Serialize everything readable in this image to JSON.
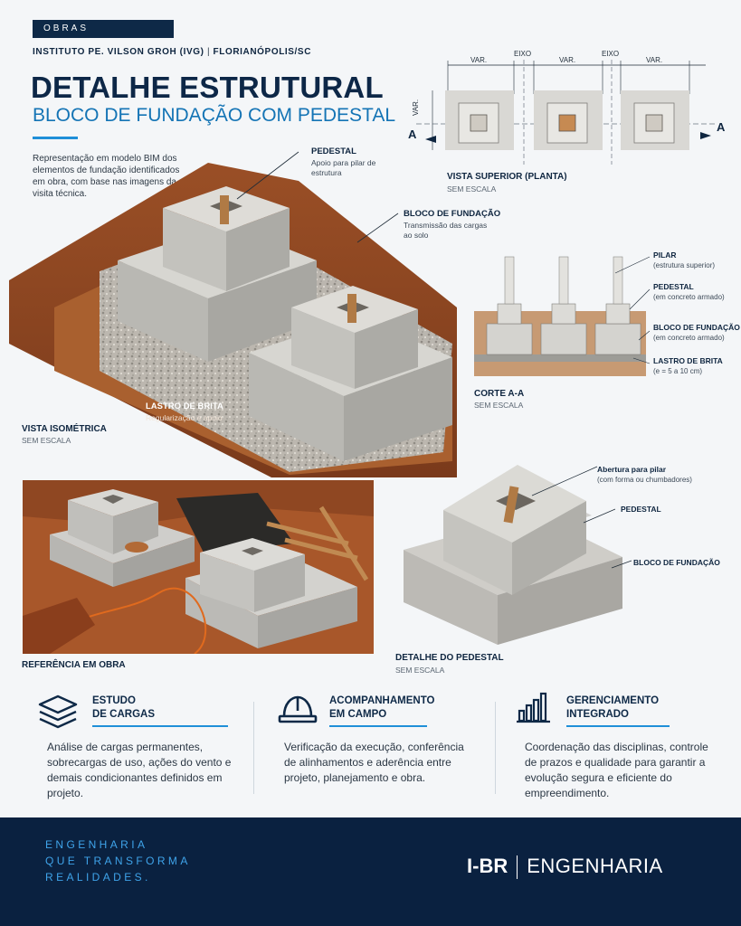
{
  "header": {
    "badge": "OBRAS",
    "institution": "INSTITUTO PE. VILSON GROH (IVG)",
    "separator": "|",
    "city": "FLORIANÓPOLIS/SC",
    "title": "DETALHE ESTRUTURAL",
    "subtitle": "BLOCO DE FUNDAÇÃO COM PEDESTAL",
    "intro": "Representação em modelo BIM dos elementos de fundação identificados em obra, com base nas imagens da visita técnica."
  },
  "isometric": {
    "pedestal_title": "PEDESTAL",
    "pedestal_desc": "Apoio para pilar de estrutura",
    "bloco_title": "BLOCO DE FUNDAÇÃO",
    "bloco_desc": "Transmissão das cargas ao solo",
    "lastro_title": "LASTRO DE BRITA",
    "lastro_desc": "Regularização e apoio",
    "view_title": "VISTA ISOMÉTRICA",
    "view_scale": "SEM ESCALA"
  },
  "plan": {
    "var_label": "VAR.",
    "eixo_label": "EIXO",
    "section_mark": "A",
    "view_title": "VISTA SUPERIOR (PLANTA)",
    "view_scale": "SEM ESCALA"
  },
  "section": {
    "pilar_title": "PILAR",
    "pilar_desc": "(estrutura superior)",
    "pedestal_title": "PEDESTAL",
    "pedestal_desc": "(em concreto armado)",
    "bloco_title": "BLOCO DE FUNDAÇÃO",
    "bloco_desc": "(em concreto armado)",
    "lastro_title": "LASTRO DE BRITA",
    "lastro_desc": "(e = 5 a 10 cm)",
    "view_title": "CORTE A-A",
    "view_scale": "SEM ESCALA"
  },
  "reference": {
    "title": "REFERÊNCIA EM OBRA"
  },
  "detail": {
    "abertura_title": "Abertura para pilar",
    "abertura_desc": "(com forma ou chumbadores)",
    "pedestal_label": "PEDESTAL",
    "bloco_label": "BLOCO DE FUNDAÇÃO",
    "view_title": "DETALHE DO PEDESTAL",
    "view_scale": "SEM ESCALA"
  },
  "features": [
    {
      "icon": "layers-icon",
      "title_1": "ESTUDO",
      "title_2": "DE CARGAS",
      "text": "Análise de cargas permanentes, sobrecargas de uso, ações do vento e demais condicionantes definidos em projeto."
    },
    {
      "icon": "hardhat-icon",
      "title_1": "ACOMPANHAMENTO",
      "title_2": "EM CAMPO",
      "text": "Verificação da execução, conferência de alinhamentos e aderência entre projeto, planejamento e obra."
    },
    {
      "icon": "bar-chart-icon",
      "title_1": "GERENCIAMENTO",
      "title_2": "INTEGRADO",
      "text": "Coordenação das disciplinas, controle de prazos e qualidade para garantir a evolução segura e eficiente do empreendimento."
    }
  ],
  "footer": {
    "slogan_1": "ENGENHARIA",
    "slogan_2": "QUE TRANSFORMA",
    "slogan_3": "REALIDADES.",
    "brand_mark": "I-BR",
    "brand_name": "ENGENHARIA"
  },
  "colors": {
    "navy": "#0a2140",
    "accent_blue": "#1f8fd8",
    "subtitle_blue": "#1474b5",
    "concrete": "#c9c9c5",
    "soil": "#a65a2e"
  }
}
